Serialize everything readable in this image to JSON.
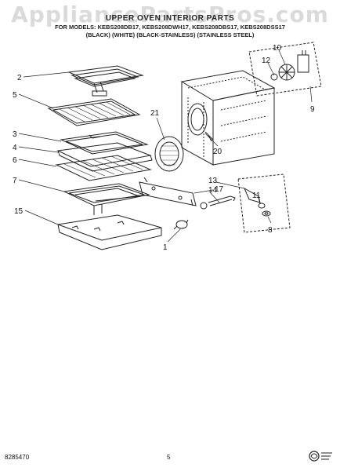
{
  "watermark": "AppliancePartsPros.com",
  "header": {
    "title": "UPPER OVEN INTERIOR PARTS",
    "models": "FOR MODELS: KEBS208DB17, KEBS208DWH17, KEBS208DBS17, KEBS208DSS17",
    "colors": "(BLACK)      (WHITE)     (BLACK-STAINLESS) (STAINLESS STEEL)"
  },
  "callouts": [
    "2",
    "5",
    "3",
    "4",
    "6",
    "7",
    "15",
    "21",
    "20",
    "17",
    "13",
    "14",
    "11",
    "8",
    "1",
    "10",
    "12",
    "9"
  ],
  "footer": {
    "left": "8285470",
    "page": "5"
  },
  "logo": "whirlpool-logo",
  "colors": {
    "line": "#222222",
    "background": "#ffffff"
  }
}
